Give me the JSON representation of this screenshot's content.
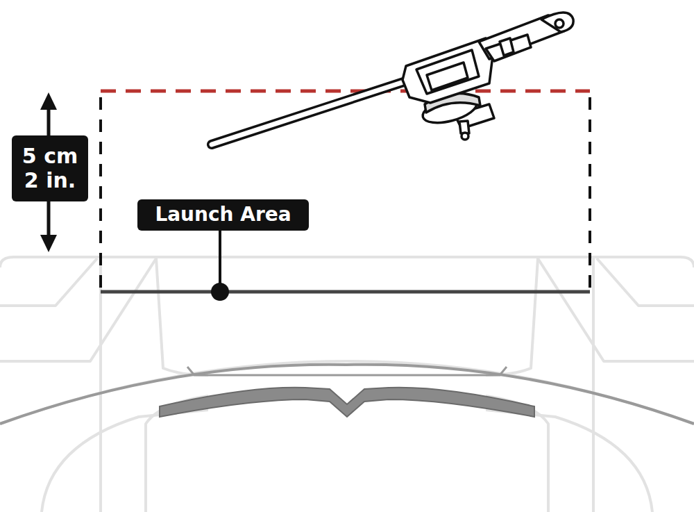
{
  "diagram": {
    "labels": [
      "5 cm",
      "2 in.",
      "Launch Area"
    ]
  }
}
